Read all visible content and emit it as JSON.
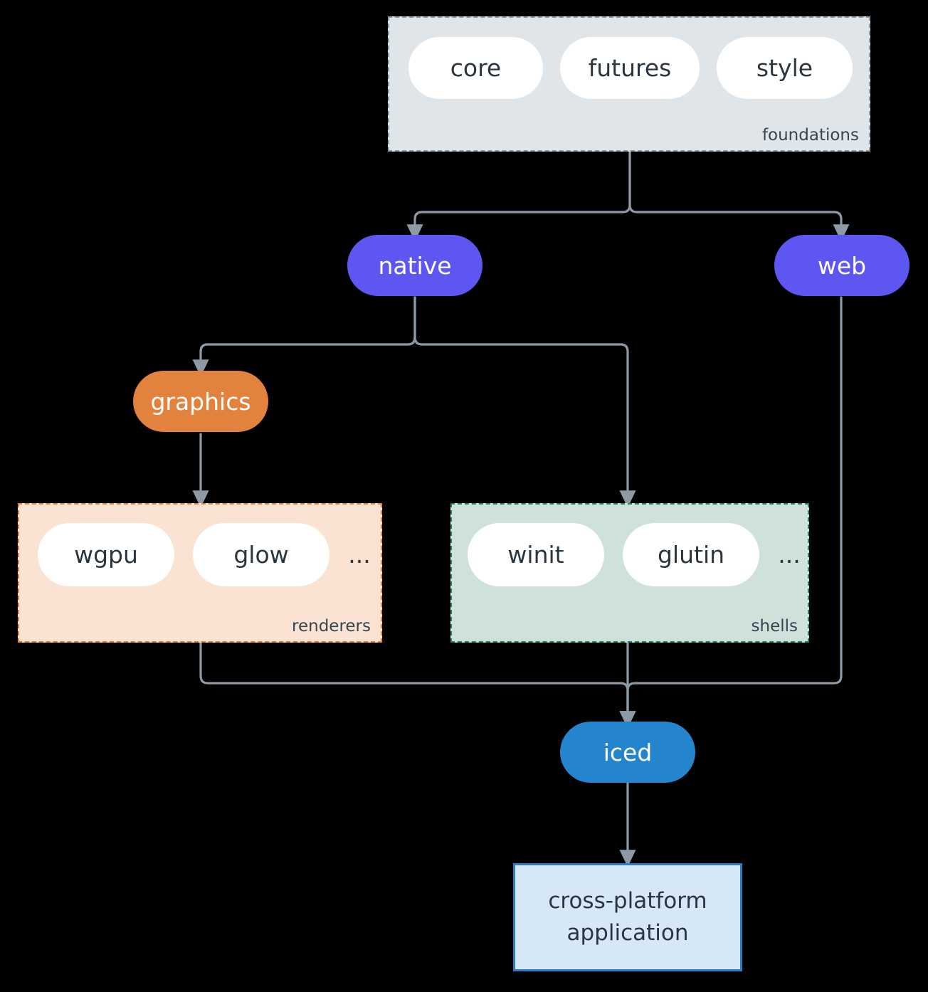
{
  "diagram": {
    "type": "architecture-flowchart",
    "background_color": "#000000",
    "edge_color": "#8D9AA5",
    "text_color": "#2A3540"
  },
  "clusters": {
    "foundations": {
      "label": "foundations",
      "fill": "#E0E5E9",
      "border": "#8C9BA8",
      "border_style": "dashed",
      "nodes": [
        {
          "label": "core"
        },
        {
          "label": "futures"
        },
        {
          "label": "style"
        }
      ]
    },
    "renderers": {
      "label": "renderers",
      "fill": "#FAE3D3",
      "border": "#E8822A",
      "border_style": "dashed",
      "nodes": [
        {
          "label": "wgpu"
        },
        {
          "label": "glow"
        }
      ],
      "more": "..."
    },
    "shells": {
      "label": "shells",
      "fill": "#CFE1DB",
      "border": "#1E8168",
      "border_style": "dashed",
      "nodes": [
        {
          "label": "winit"
        },
        {
          "label": "glutin"
        }
      ],
      "more": "..."
    }
  },
  "nodes": {
    "native": {
      "label": "native",
      "fill": "#5E56F0",
      "text": "#FFFFFF"
    },
    "web": {
      "label": "web",
      "fill": "#5E56F0",
      "text": "#FFFFFF"
    },
    "graphics": {
      "label": "graphics",
      "fill": "#E2823C",
      "text": "#FFFFFF"
    },
    "iced": {
      "label": "iced",
      "fill": "#2485CE",
      "text": "#FFFFFF"
    },
    "application": {
      "line1": "cross-platform",
      "line2": "application",
      "fill": "#D6E7F8",
      "border": "#2B7DC4",
      "text": "#2A3540"
    }
  },
  "edges": [
    {
      "from": "foundations",
      "to": "native"
    },
    {
      "from": "foundations",
      "to": "web"
    },
    {
      "from": "native",
      "to": "graphics"
    },
    {
      "from": "native",
      "to": "shells"
    },
    {
      "from": "graphics",
      "to": "renderers"
    },
    {
      "from": "renderers",
      "to": "iced"
    },
    {
      "from": "shells",
      "to": "iced"
    },
    {
      "from": "web",
      "to": "iced"
    },
    {
      "from": "iced",
      "to": "application"
    }
  ]
}
